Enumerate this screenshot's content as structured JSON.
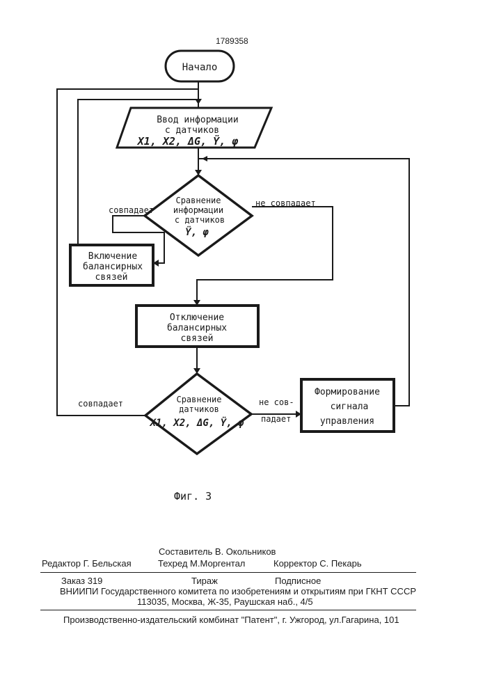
{
  "patent_number": "1789358",
  "flowchart": {
    "start": "Начало",
    "input_block": [
      "Ввод информации",
      "с датчиков",
      "X1, X2, ΔG, Ÿ, φ"
    ],
    "compare1": [
      "Сравнение",
      "информации",
      "с датчиков",
      "Ÿ, φ"
    ],
    "compare1_yes": "совпадает",
    "compare1_no": "не совпадает",
    "enable_block": [
      "Включение",
      "балансирных",
      "связей"
    ],
    "disable_block": [
      "Отключение",
      "балансирных",
      "связей"
    ],
    "compare2": [
      "Сравнение",
      "датчиков",
      "X1, X2, ΔG, Ÿ, φ"
    ],
    "compare2_yes": "совпадает",
    "compare2_no": [
      "не сов-",
      "падает"
    ],
    "control_block": [
      "Формирование",
      "сигнала",
      "управления"
    ]
  },
  "figure_caption": "Фиг. 3",
  "footer": {
    "compiler": "Составитель  В. Окольников",
    "editor": "Редактор  Г. Бельская",
    "techred": "Техред М.Моргентал",
    "corrector": "Корректор   С. Пекарь",
    "order": "Заказ 319",
    "circulation": "Тираж",
    "subscription": "Подписное",
    "org_line1": "ВНИИПИ Государственного комитета по изобретениям и открытиям при ГКНТ СССР",
    "org_line2": "113035, Москва, Ж-35, Раушская наб., 4/5",
    "publisher": "Производственно-издательский комбинат \"Патент\", г. Ужгород, ул.Гагарина, 101"
  },
  "colors": {
    "ink": "#1a1a1a",
    "paper": "#ffffff"
  }
}
